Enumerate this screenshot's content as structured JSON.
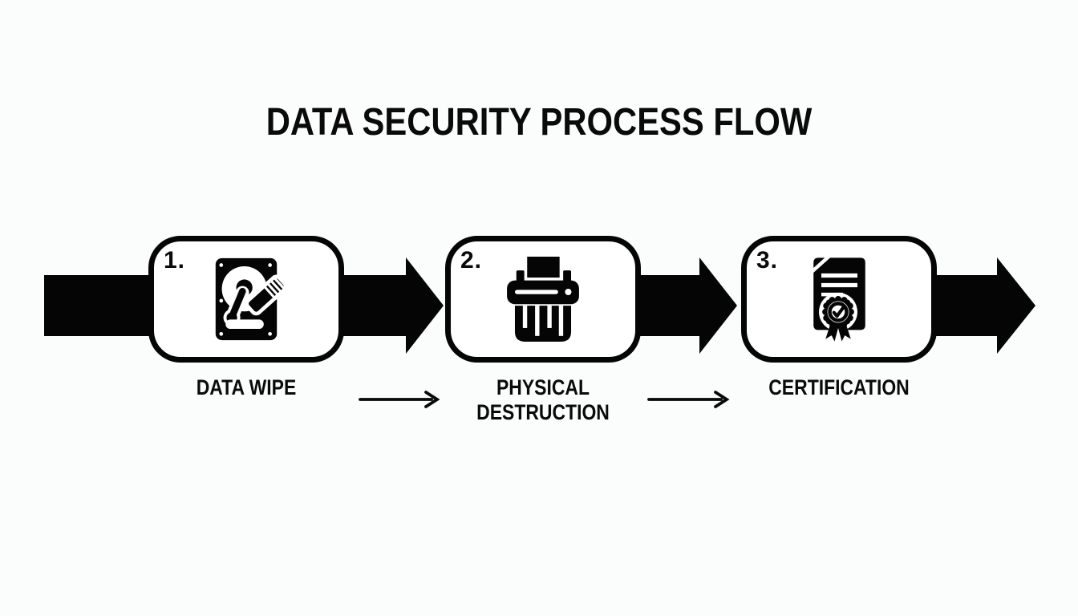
{
  "title": "DATA SECURITY PROCESS FLOW",
  "steps": [
    {
      "number": "1.",
      "label": "DATA WIPE",
      "icon": "hard-drive-data-wipe-icon"
    },
    {
      "number": "2.",
      "label": "PHYSICAL DESTRUCTION",
      "icon": "shredder-icon"
    },
    {
      "number": "3.",
      "label": "CERTIFICATION",
      "icon": "certificate-ribbon-icon"
    }
  ],
  "connectors": {
    "style": "thick-black-process-arrows",
    "thin_arrow_count": 2,
    "thick_arrow_count": 3,
    "direction": "left-to-right"
  },
  "colors": {
    "ink": "#050505",
    "background": "#fbfcfc",
    "box_fill": "#ffffff"
  }
}
